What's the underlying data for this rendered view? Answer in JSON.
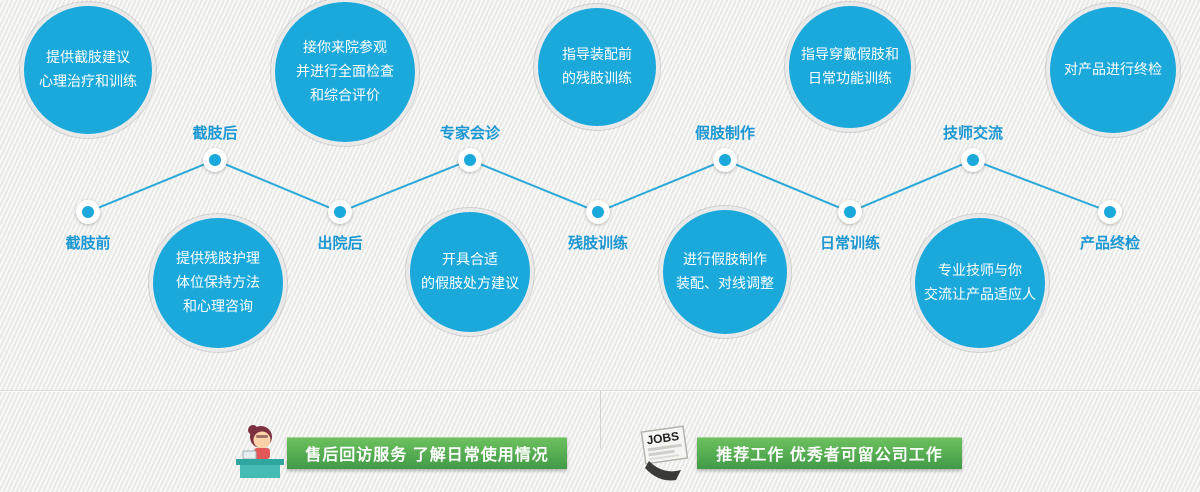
{
  "palette": {
    "bubble_blue": "#1ba9dc",
    "label_blue": "#1a97d3",
    "line_blue": "#2aa8d8",
    "banner_green_top": "#6fc160",
    "banner_green_bottom": "#419b47",
    "background": "#f2f2f0"
  },
  "timeline": {
    "nodes": [
      {
        "label": "截肢前",
        "side": "bottom"
      },
      {
        "label": "截肢后",
        "side": "top"
      },
      {
        "label": "出院后",
        "side": "bottom"
      },
      {
        "label": "专家会诊",
        "side": "top"
      },
      {
        "label": "残肢训练",
        "side": "bottom"
      },
      {
        "label": "假肢制作",
        "side": "top"
      },
      {
        "label": "日常训练",
        "side": "bottom"
      },
      {
        "label": "技师交流",
        "side": "top"
      },
      {
        "label": "产品终检",
        "side": "bottom"
      }
    ]
  },
  "bubbles_top": [
    {
      "text": "提供截肢建议\n心理治疗和训练"
    },
    {
      "text": "接你来院参观\n并进行全面检查\n和综合评价"
    },
    {
      "text": "指导装配前\n的残肢训练"
    },
    {
      "text": "指导穿戴假肢和\n日常功能训练"
    },
    {
      "text": "对产品进行终检"
    }
  ],
  "bubbles_bottom": [
    {
      "text": "提供残肢护理\n体位保持方法\n和心理咨询"
    },
    {
      "text": "开具合适\n的假肢处方建议"
    },
    {
      "text": "进行假肢制作\n装配、对线调整"
    },
    {
      "text": "专业技师与你\n交流让产品适应人"
    }
  ],
  "banners": {
    "left": {
      "text": "售后回访服务 了解日常使用情况"
    },
    "right": {
      "text": "推荐工作 优秀者可留公司工作",
      "icon_text": "JOBS"
    }
  }
}
